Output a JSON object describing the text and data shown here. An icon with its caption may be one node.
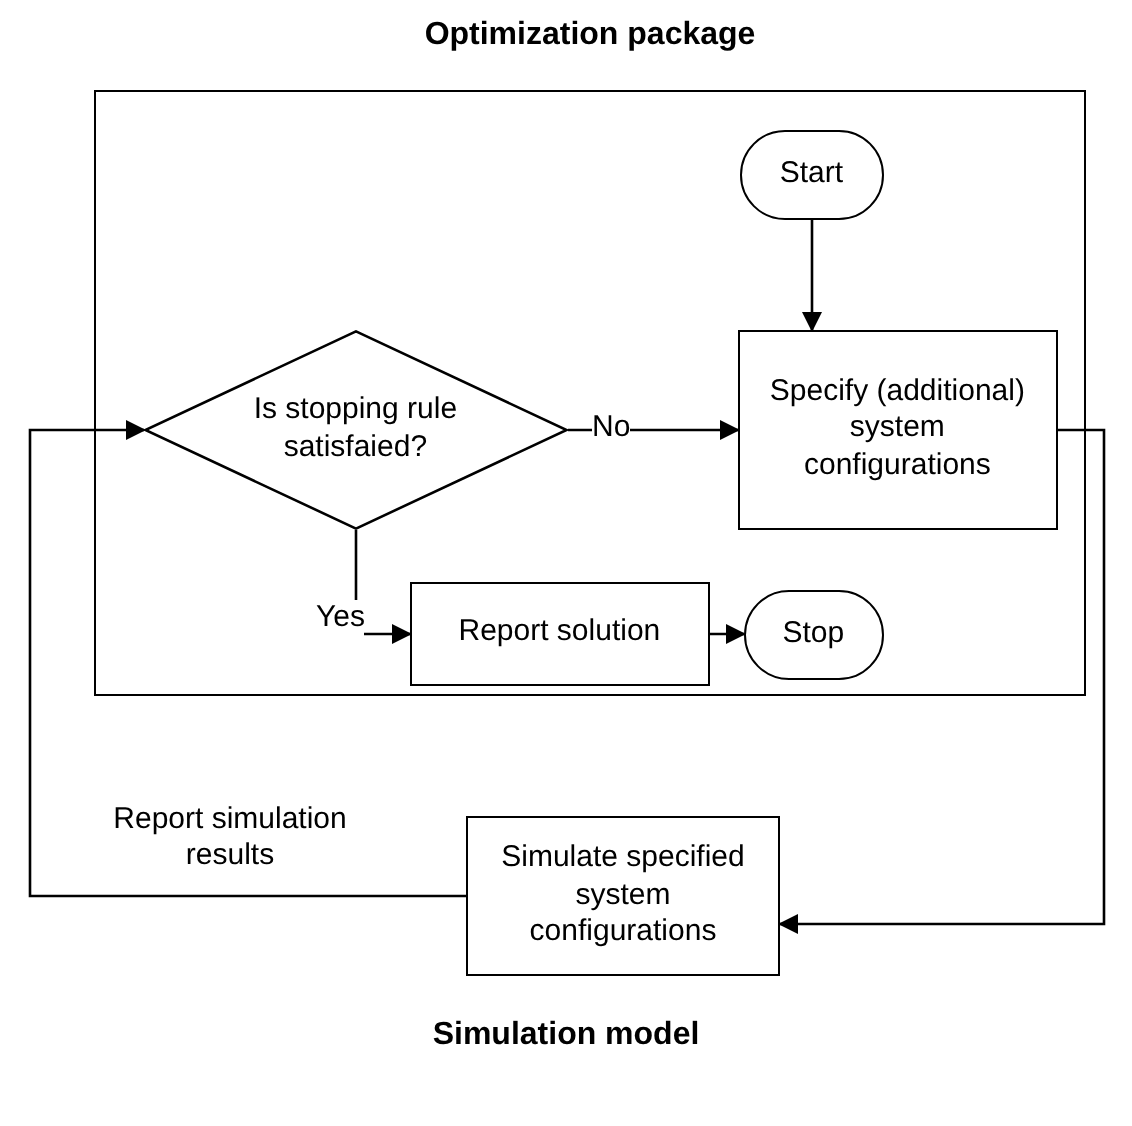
{
  "diagram": {
    "nodes": [
      {
        "text": [
          "Optimization package"
        ]
      },
      {
        "text": [
          "Start"
        ],
        "in": 0
      },
      {
        "text": [
          "Is stopping rule satisfaied?"
        ],
        "in": 0
      },
      {
        "text": [
          "Specify (additional) system configurations"
        ],
        "in": 0
      },
      {
        "text": [
          "Report solution"
        ],
        "in": 0
      },
      {
        "text": [
          "Stop"
        ],
        "in": 0
      },
      {
        "text": [
          "Simulate specified system configurations"
        ]
      }
    ],
    "edges": [
      {
        "from": 1,
        "to": 3,
        "arrow": "to"
      },
      {
        "from": 2,
        "to": 3,
        "arrow": "to",
        "label": "No"
      },
      {
        "from": 2,
        "to": 4,
        "arrow": "to",
        "label": "Yes"
      },
      {
        "from": 4,
        "to": 5,
        "arrow": "to"
      },
      {
        "from": 3,
        "to": 6,
        "arrow": "to"
      },
      {
        "from": 6,
        "to": 2,
        "arrow": "to",
        "label": "Report simulation results"
      }
    ],
    "labels": [
      "Simulation model"
    ]
  }
}
